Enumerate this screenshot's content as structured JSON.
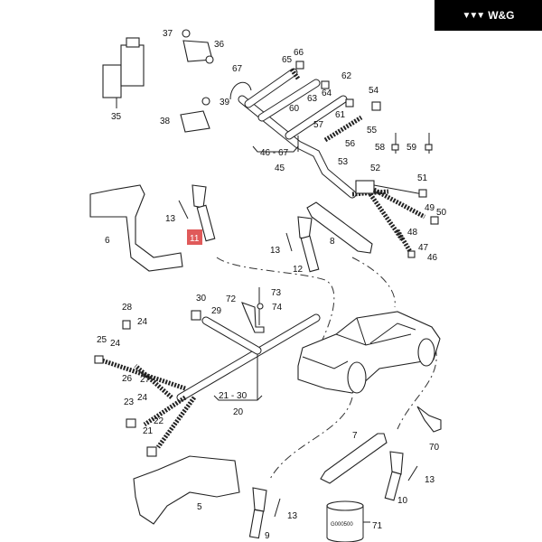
{
  "brand": {
    "logo_icon": "triple-chevron-logo",
    "name": "W&G"
  },
  "callouts": {
    "c37": "37",
    "c36": "36",
    "c35": "35",
    "c39": "39",
    "c38": "38",
    "c67": "67",
    "c65": "65",
    "c66": "66",
    "c64": "64",
    "c63": "63",
    "c62": "62",
    "c61": "61",
    "c60": "60",
    "c54": "54",
    "c55": "55",
    "c57": "57",
    "c56": "56",
    "c58": "58",
    "c59": "59",
    "c4667": "46 - 67",
    "c45": "45",
    "c53": "53",
    "c52": "52",
    "c51": "51",
    "c49": "49",
    "c50": "50",
    "c48": "48",
    "c47": "47",
    "c46": "46",
    "c6": "6",
    "c13a": "13",
    "c11": "11",
    "c8": "8",
    "c13b": "13",
    "c12": "12",
    "c30": "30",
    "c72": "72",
    "c73": "73",
    "c74": "74",
    "c29": "29",
    "c28": "28",
    "c24a": "24",
    "c25": "25",
    "c24b": "24",
    "c26": "26",
    "c27": "27",
    "c23": "23",
    "c24c": "24",
    "c22": "22",
    "c21": "21",
    "c2130": "21 - 30",
    "c20": "20",
    "c7": "7",
    "c70": "70",
    "c13c": "13",
    "c10": "10",
    "c5": "5",
    "c13d": "13",
    "c9": "9",
    "c71": "71"
  },
  "can_label": "G000500",
  "highlight_color": "#e05a5a"
}
